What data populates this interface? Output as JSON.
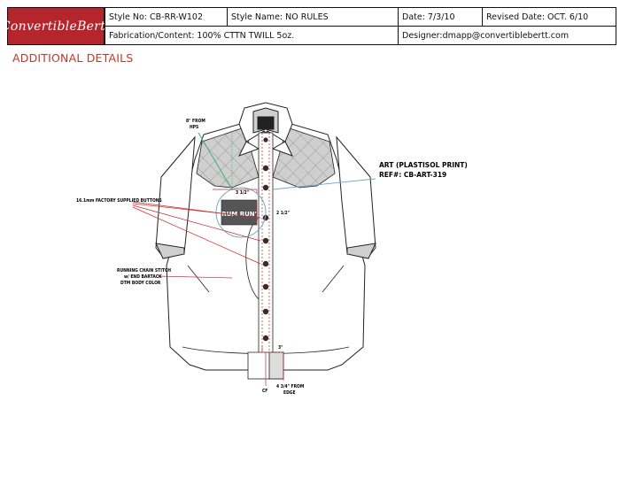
{
  "brand": {
    "logo_text": "ConvertibleBertt"
  },
  "header": {
    "style_no": "Style No: CB-RR-W102",
    "style_name": "Style Name: NO RULES",
    "date": "Date: 7/3/10",
    "revised_date": "Revised Date: OCT. 6/10",
    "fabrication": "Fabrication/Content: 100% CTTN TWILL 5oz.",
    "designer": "Designer:dmapp@convertiblebertt.com"
  },
  "section": {
    "title": "ADDITIONAL DETAILS"
  },
  "callouts": {
    "from_hps": "8\" FROM",
    "hps": "HPS",
    "buttons": "16.1mm FACTORY SUPPLIED BUTTONS",
    "stitch_1": "RUNNING CHAIN STITCH",
    "stitch_2": "w/ END BARTACK",
    "stitch_3": "DTM BODY COLOR",
    "art_title": "ART (PLASTISOL PRINT)",
    "art_ref": "REF#: CB-ART-319",
    "dim_width": "3 1/2\"",
    "dim_height": "2 1/2\"",
    "dim_hem": "3\"",
    "cf": "CF",
    "edge_1": "4 3/4\" FROM",
    "edge_2": "EDGE",
    "patch_text": "RUM RUN'"
  },
  "colors": {
    "brand_red": "#b5262c",
    "title_red": "#c0392b",
    "callout_red": "#d0262f",
    "art_line": "#6fa8c8",
    "highlight_green": "#3cb371"
  }
}
